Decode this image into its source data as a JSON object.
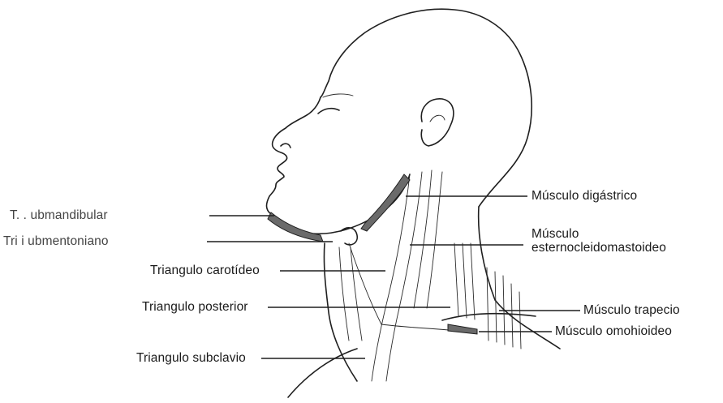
{
  "labels_left": [
    {
      "id": "submandibular",
      "text": "T.  .          ubmandibular"
    },
    {
      "id": "submentoniano",
      "text": "Tri  i           ubmentoniano"
    },
    {
      "id": "carotideo",
      "text": "Triangulo carotídeo"
    },
    {
      "id": "posterior",
      "text": "Triangulo posterior"
    },
    {
      "id": "subclavio",
      "text": "Triangulo subclavio"
    }
  ],
  "labels_right": [
    {
      "id": "digastrico",
      "text": "Músculo digástrico"
    },
    {
      "id": "esterno_1",
      "text": "Músculo"
    },
    {
      "id": "esterno_2",
      "text": "esternocleidomastoideo"
    },
    {
      "id": "trapecio",
      "text": "Músculo trapecio"
    },
    {
      "id": "omohioideo",
      "text": "Músculo omohioideo"
    }
  ]
}
